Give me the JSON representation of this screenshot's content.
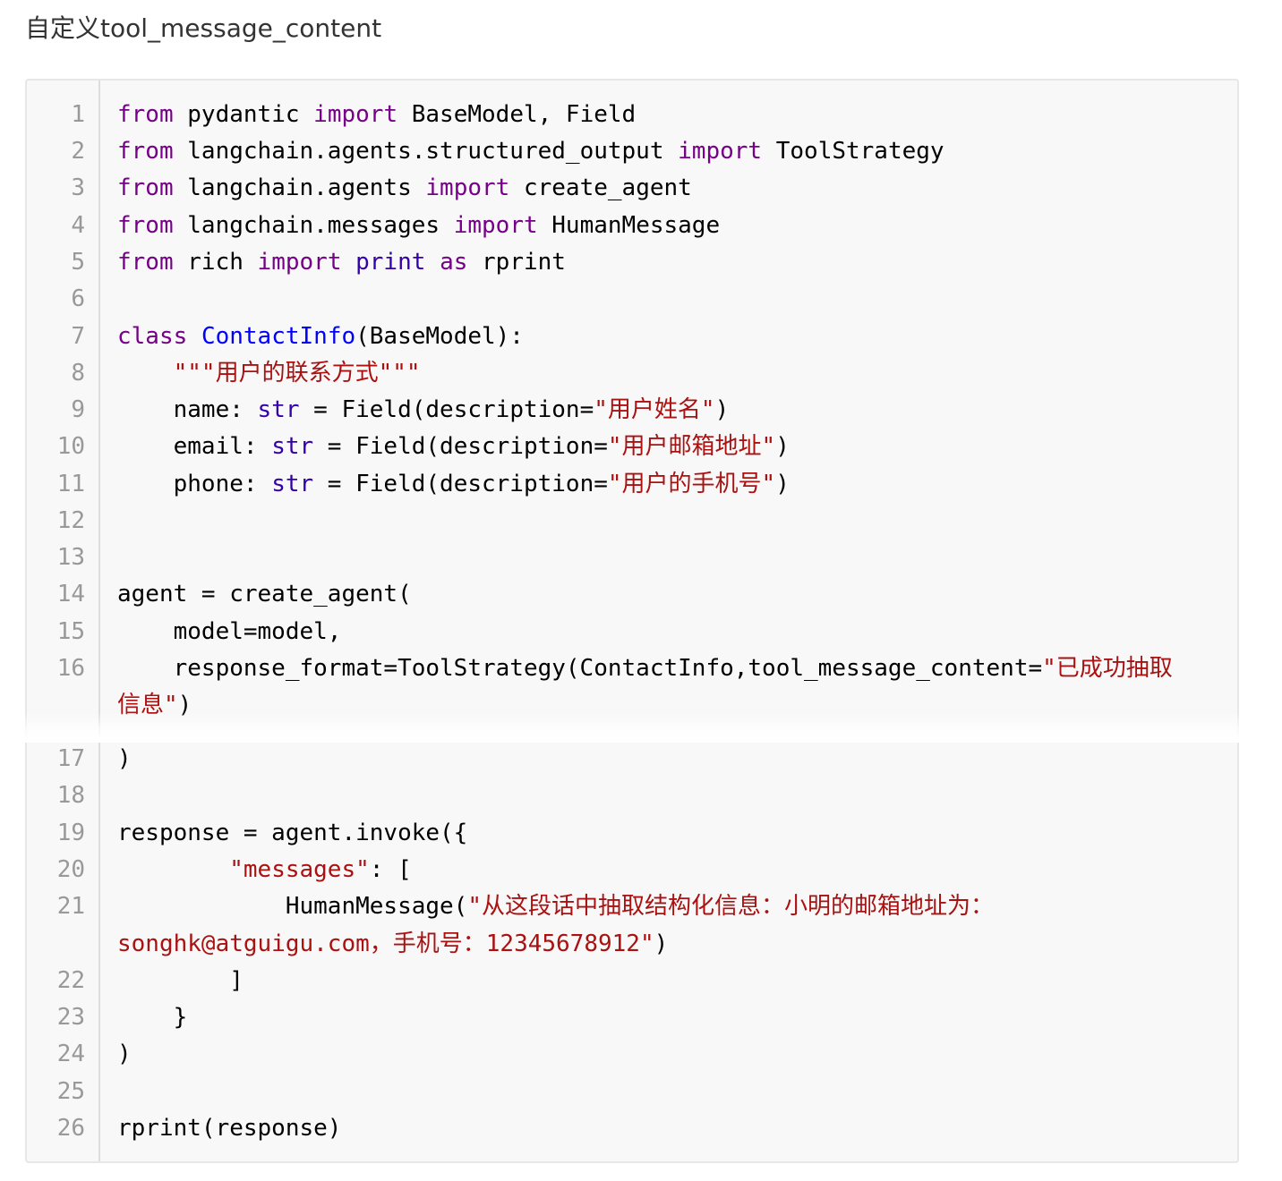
{
  "heading": "自定义tool_message_content",
  "code": {
    "language": "python",
    "line_numbers": [
      "1",
      "2",
      "3",
      "4",
      "5",
      "6",
      "7",
      "8",
      "9",
      "10",
      "11",
      "12",
      "13",
      "14",
      "15",
      "16",
      "17",
      "18",
      "19",
      "20",
      "21",
      "22",
      "23",
      "24",
      "25",
      "26"
    ],
    "lines": [
      [
        {
          "t": "from",
          "c": "kw"
        },
        {
          "t": " pydantic ",
          "c": "plain"
        },
        {
          "t": "import",
          "c": "kw"
        },
        {
          "t": " BaseModel, Field",
          "c": "plain"
        }
      ],
      [
        {
          "t": "from",
          "c": "kw"
        },
        {
          "t": " langchain.agents.structured_output ",
          "c": "plain"
        },
        {
          "t": "import",
          "c": "kw"
        },
        {
          "t": " ToolStrategy",
          "c": "plain"
        }
      ],
      [
        {
          "t": "from",
          "c": "kw"
        },
        {
          "t": " langchain.agents ",
          "c": "plain"
        },
        {
          "t": "import",
          "c": "kw"
        },
        {
          "t": " create_agent",
          "c": "plain"
        }
      ],
      [
        {
          "t": "from",
          "c": "kw"
        },
        {
          "t": " langchain.messages ",
          "c": "plain"
        },
        {
          "t": "import",
          "c": "kw"
        },
        {
          "t": " HumanMessage",
          "c": "plain"
        }
      ],
      [
        {
          "t": "from",
          "c": "kw"
        },
        {
          "t": " rich ",
          "c": "plain"
        },
        {
          "t": "import",
          "c": "kw"
        },
        {
          "t": " ",
          "c": "plain"
        },
        {
          "t": "print",
          "c": "bi"
        },
        {
          "t": " ",
          "c": "plain"
        },
        {
          "t": "as",
          "c": "kw"
        },
        {
          "t": " rprint",
          "c": "plain"
        }
      ],
      [],
      [
        {
          "t": "class",
          "c": "kw"
        },
        {
          "t": " ",
          "c": "plain"
        },
        {
          "t": "ContactInfo",
          "c": "def"
        },
        {
          "t": "(BaseModel):",
          "c": "plain"
        }
      ],
      [
        {
          "t": "    ",
          "c": "plain"
        },
        {
          "t": "\"\"\"用户的联系方式\"\"\"",
          "c": "str"
        }
      ],
      [
        {
          "t": "    name: ",
          "c": "plain"
        },
        {
          "t": "str",
          "c": "bi"
        },
        {
          "t": " = Field(description=",
          "c": "plain"
        },
        {
          "t": "\"用户姓名\"",
          "c": "str"
        },
        {
          "t": ")",
          "c": "plain"
        }
      ],
      [
        {
          "t": "    email: ",
          "c": "plain"
        },
        {
          "t": "str",
          "c": "bi"
        },
        {
          "t": " = Field(description=",
          "c": "plain"
        },
        {
          "t": "\"用户邮箱地址\"",
          "c": "str"
        },
        {
          "t": ")",
          "c": "plain"
        }
      ],
      [
        {
          "t": "    phone: ",
          "c": "plain"
        },
        {
          "t": "str",
          "c": "bi"
        },
        {
          "t": " = Field(description=",
          "c": "plain"
        },
        {
          "t": "\"用户的手机号\"",
          "c": "str"
        },
        {
          "t": ")",
          "c": "plain"
        }
      ],
      [],
      [],
      [
        {
          "t": "agent = create_agent(",
          "c": "plain"
        }
      ],
      [
        {
          "t": "    model=model,",
          "c": "plain"
        }
      ],
      [
        {
          "t": "    response_format=ToolStrategy(ContactInfo,tool_message_content=",
          "c": "plain"
        },
        {
          "t": "\"已成功抽取",
          "c": "str"
        }
      ],
      [
        {
          "t": ")",
          "c": "plain"
        }
      ],
      [],
      [
        {
          "t": "response = agent.invoke({",
          "c": "plain"
        }
      ],
      [
        {
          "t": "        ",
          "c": "plain"
        },
        {
          "t": "\"messages\"",
          "c": "str"
        },
        {
          "t": ": [",
          "c": "plain"
        }
      ],
      [
        {
          "t": "            HumanMessage(",
          "c": "plain"
        },
        {
          "t": "\"从这段话中抽取结构化信息：小明的邮箱地址为：",
          "c": "str"
        }
      ],
      [
        {
          "t": "        ]",
          "c": "plain"
        }
      ],
      [
        {
          "t": "    }",
          "c": "plain"
        }
      ],
      [
        {
          "t": ")",
          "c": "plain"
        }
      ],
      [],
      [
        {
          "t": "rprint(response)",
          "c": "plain"
        }
      ]
    ],
    "wrap_16": [
      {
        "t": "信息\"",
        "c": "str"
      },
      {
        "t": ")",
        "c": "plain"
      }
    ],
    "wrap_21": [
      {
        "t": "songhk@atguigu.com，手机号：12345678912\"",
        "c": "str"
      },
      {
        "t": ")",
        "c": "plain"
      }
    ]
  },
  "colors": {
    "keyword": "#770088",
    "builtin": "#3300aa",
    "definition": "#0000ff",
    "string": "#aa1111",
    "line_number": "#999999",
    "background": "#f8f8f8"
  }
}
